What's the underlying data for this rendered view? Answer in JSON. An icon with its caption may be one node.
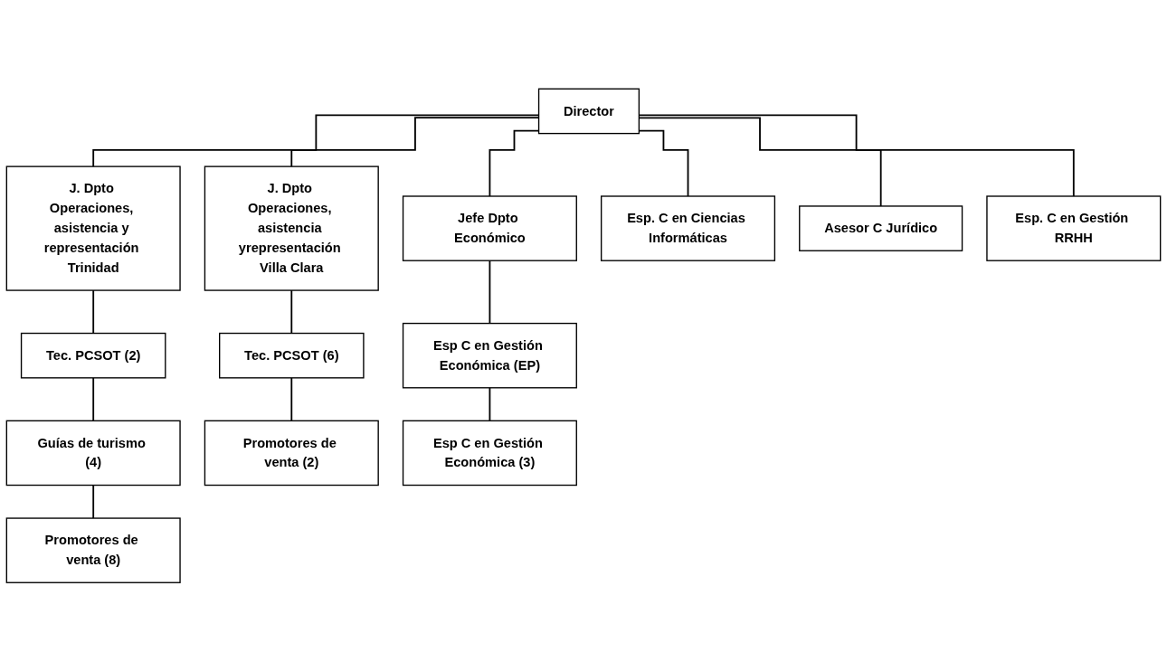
{
  "diagram": {
    "nodes": [
      {
        "text": [
          "Director"
        ]
      },
      {
        "text": [
          "J. Dpto Operaciones, asistencia y representación Trinidad"
        ]
      },
      {
        "text": [
          "Tec. PCSOT (2)"
        ]
      },
      {
        "text": [
          "Guías de turismo (4)"
        ]
      },
      {
        "text": [
          "Promotores de venta (8)"
        ]
      },
      {
        "text": [
          "J. Dpto Operaciones, asistencia yrepresentación Villa Clara"
        ]
      },
      {
        "text": [
          "Tec. PCSOT (6)"
        ]
      },
      {
        "text": [
          "Promotores de venta (2)"
        ]
      },
      {
        "text": [
          "Jefe Dpto Económico"
        ]
      },
      {
        "text": [
          "Esp C en Gestión Económica (EP)"
        ]
      },
      {
        "text": [
          "Esp C en Gestión Económica (3)"
        ]
      },
      {
        "text": [
          "Esp. C en Ciencias Informáticas"
        ]
      },
      {
        "text": [
          "Asesor C Jurídico"
        ]
      },
      {
        "text": [
          "Esp. C en Gestión RRHH"
        ]
      }
    ],
    "edges": [
      {
        "from": 0,
        "to": 1,
        "arrow": "none"
      },
      {
        "from": 0,
        "to": 5,
        "arrow": "none"
      },
      {
        "from": 0,
        "to": 8,
        "arrow": "none"
      },
      {
        "from": 0,
        "to": 11,
        "arrow": "none"
      },
      {
        "from": 0,
        "to": 12,
        "arrow": "none"
      },
      {
        "from": 0,
        "to": 13,
        "arrow": "none"
      },
      {
        "from": 1,
        "to": 2,
        "arrow": "none"
      },
      {
        "from": 2,
        "to": 3,
        "arrow": "none"
      },
      {
        "from": 3,
        "to": 4,
        "arrow": "none"
      },
      {
        "from": 5,
        "to": 6,
        "arrow": "none"
      },
      {
        "from": 6,
        "to": 7,
        "arrow": "none"
      },
      {
        "from": 8,
        "to": 9,
        "arrow": "none"
      },
      {
        "from": 9,
        "to": 10,
        "arrow": "none"
      }
    ]
  }
}
